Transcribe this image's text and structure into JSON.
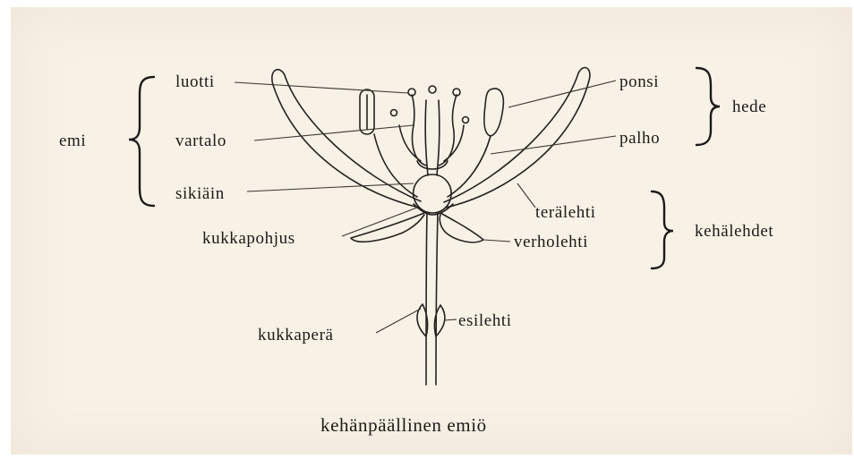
{
  "diagram": {
    "caption": "kehänpäällinen emiö",
    "labels": {
      "luotti": "luotti",
      "vartalo": "vartalo",
      "sikiain": "sikiäin",
      "kukkapohjus": "kukkapohjus",
      "kukkapera": "kukkaperä",
      "ponsi": "ponsi",
      "palho": "palho",
      "teralehti": "terälehti",
      "verholehti": "verholehti",
      "esilehti": "esilehti"
    },
    "groups": {
      "emi": "emi",
      "hede": "hede",
      "kehalehdet": "kehälehdet"
    }
  }
}
